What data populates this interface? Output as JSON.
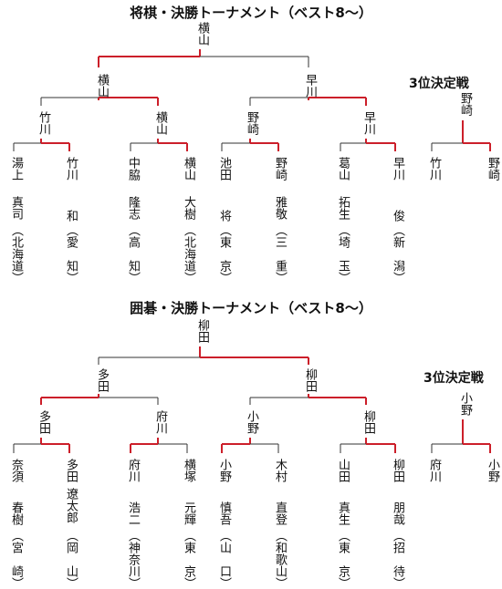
{
  "shogi": {
    "title": "将棋・決勝トーナメント（ベスト8～）",
    "champion": "横山",
    "semi": [
      "横山",
      "早川"
    ],
    "quarter": [
      "竹川",
      "横山",
      "野崎",
      "早川"
    ],
    "players": [
      {
        "name": "湯上",
        "given": "真司",
        "pref": "（北海道）"
      },
      {
        "name": "竹川",
        "given": "和",
        "pref": "（愛　知）"
      },
      {
        "name": "中脇",
        "given": "隆志",
        "pref": "（高　知）"
      },
      {
        "name": "横山",
        "given": "大樹",
        "pref": "（北海道）"
      },
      {
        "name": "池田",
        "given": "将",
        "pref": "（東　京）"
      },
      {
        "name": "野崎",
        "given": "雅敬",
        "pref": "（三　重）"
      },
      {
        "name": "葛山",
        "given": "拓生",
        "pref": "（埼　玉）"
      },
      {
        "name": "早川",
        "given": "俊",
        "pref": "（新　潟）"
      }
    ],
    "third_title": "3位決定戦",
    "third_winner": "野崎",
    "third_players": [
      "竹川",
      "野崎"
    ]
  },
  "go": {
    "title": "囲碁・決勝トーナメント（ベスト8～）",
    "champion": "柳田",
    "semi": [
      "多田",
      "柳田"
    ],
    "quarter": [
      "多田",
      "府川",
      "小野",
      "柳田"
    ],
    "players": [
      {
        "name": "奈須",
        "given": "春樹",
        "pref": "（宮　崎）"
      },
      {
        "name": "多田",
        "given": "遼太郎",
        "pref": "（岡　山）"
      },
      {
        "name": "府川",
        "given": "浩二",
        "pref": "（神奈川）"
      },
      {
        "name": "横塚",
        "given": "元輝",
        "pref": "（東　京）"
      },
      {
        "name": "小野",
        "given": "慎吾",
        "pref": "（山　口）"
      },
      {
        "name": "木村",
        "given": "直登",
        "pref": "（和歌山）"
      },
      {
        "name": "山田",
        "given": "真生",
        "pref": "（東　京）"
      },
      {
        "name": "柳田",
        "given": "朋哉",
        "pref": "（招　待）"
      }
    ],
    "third_title": "3位決定戦",
    "third_winner": "小野",
    "third_players": [
      "府川",
      "小野"
    ]
  },
  "colors": {
    "win_line": "#cc1f2a",
    "line": "#333333",
    "text": "#111111"
  }
}
